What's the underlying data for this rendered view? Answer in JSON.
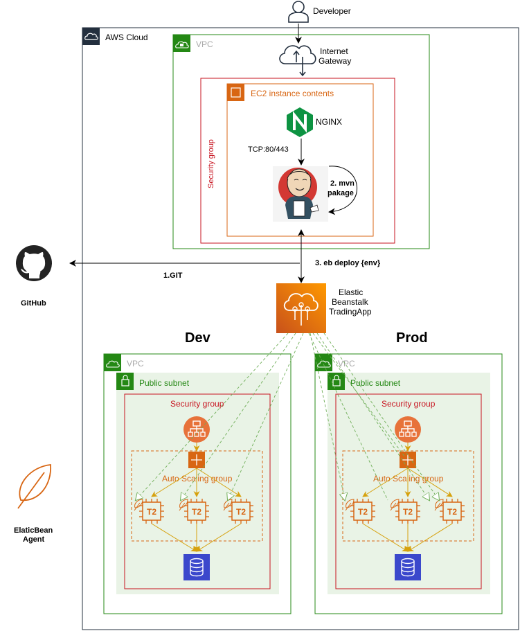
{
  "developer": {
    "label": "Developer"
  },
  "aws_cloud": {
    "label": "AWS Cloud"
  },
  "top_vpc": {
    "label": "VPC"
  },
  "internet_gateway": {
    "line1": "Internet",
    "line2": "Gateway"
  },
  "security_group_main": {
    "label": "Security group"
  },
  "ec2": {
    "label": "EC2 instance contents"
  },
  "nginx": {
    "label": "NGINX"
  },
  "tcp": {
    "label": "TCP:80/443"
  },
  "mvn": {
    "line1": "2. mvn",
    "line2": "pakage"
  },
  "git": {
    "label": "1.GIT"
  },
  "github": {
    "label": "GitHub"
  },
  "eb_deploy": {
    "label": "3. eb deploy {env}"
  },
  "beanstalk": {
    "line1": "Elastic",
    "line2": "Beanstalk",
    "line3": "TradingApp"
  },
  "agent": {
    "line1": "ElaticBean",
    "line2": "Agent"
  },
  "dev": {
    "title": "Dev",
    "vpc": "VPC",
    "subnet": "Public subnet",
    "security_group": "Security group",
    "asg": "Auto Scaling group",
    "instances": [
      "T2",
      "T2",
      "T2"
    ]
  },
  "prod": {
    "title": "Prod",
    "vpc": "VPC",
    "subnet": "Public subnet",
    "security_group": "Security group",
    "asg": "Auto Scaling group",
    "instances": [
      "T2",
      "T2",
      "T2"
    ]
  },
  "colors": {
    "vpc_green": "#248814",
    "security_red": "#c7131f",
    "ec2_orange": "#d86613",
    "subnet_fill": "#e9f3e6",
    "db_blue": "#3b48cc",
    "arrow_orange": "#d6a10d",
    "dashed_green": "#6fae58",
    "cloud_dark": "#232f3e"
  }
}
